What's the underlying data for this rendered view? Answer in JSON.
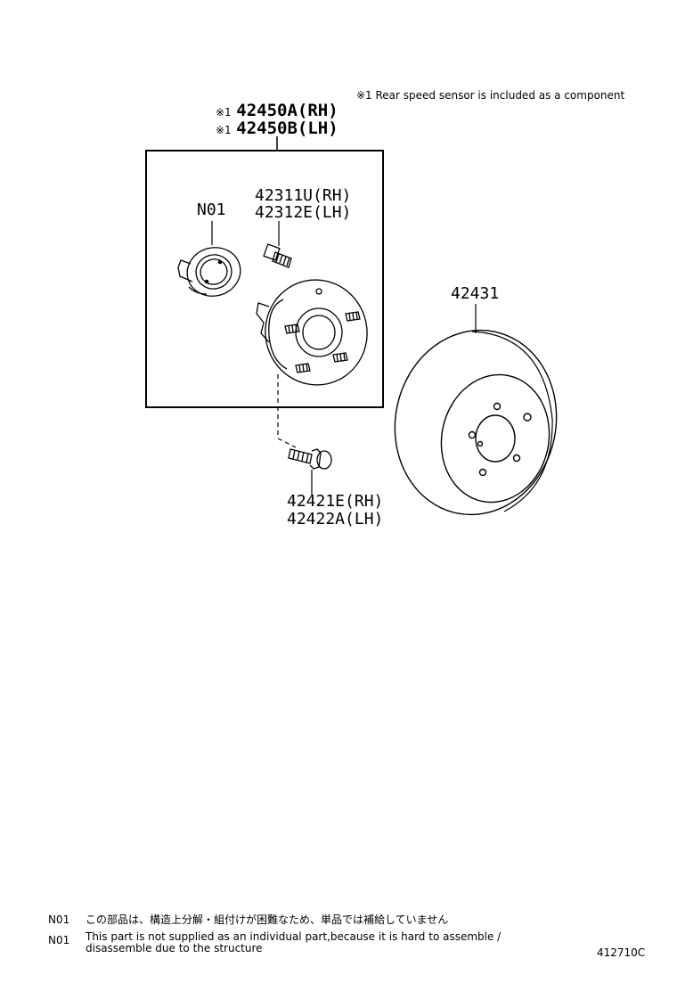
{
  "header_note": "※1 Rear speed sensor is included as a component",
  "assembly": {
    "marker": "※1",
    "part_rh": "42450A(RH)",
    "part_lh": "42450B(LH)"
  },
  "parts": {
    "n01": "N01",
    "stud_rh": "42311U(RH)",
    "stud_lh": "42312E(LH)",
    "disc": "42431",
    "bolt_rh": "42421E(RH)",
    "bolt_lh": "42422A(LH)"
  },
  "footnotes": [
    {
      "code": "N01",
      "text": "この部品は、構造上分解・組付けが困難なため、単品では補給していません"
    },
    {
      "code": "N01",
      "text": "This part is not supplied as an individual part,because it is hard to assemble /",
      "text2": "disassemble due to the structure"
    }
  ],
  "illustration_id": "412710C"
}
